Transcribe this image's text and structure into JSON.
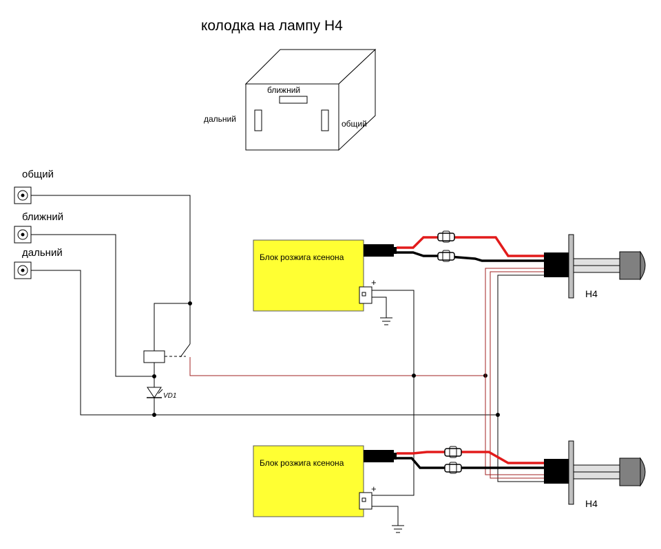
{
  "title": "колодка на лампу H4",
  "connector": {
    "pin_low": "ближний",
    "pin_high": "дальний",
    "pin_common": "общий"
  },
  "terminals": [
    "общий",
    "ближний",
    "дальний"
  ],
  "ballast_label": "Блок розжига ксенона",
  "plus_sign": "+",
  "lamp_label": "H4",
  "diode_label": "VD1",
  "colors": {
    "ballast": "#ffff33",
    "hv_red": "#e21b1b",
    "hv_black": "#000000",
    "thin_red": "#a02020",
    "lamp_bulb": "#808080"
  }
}
